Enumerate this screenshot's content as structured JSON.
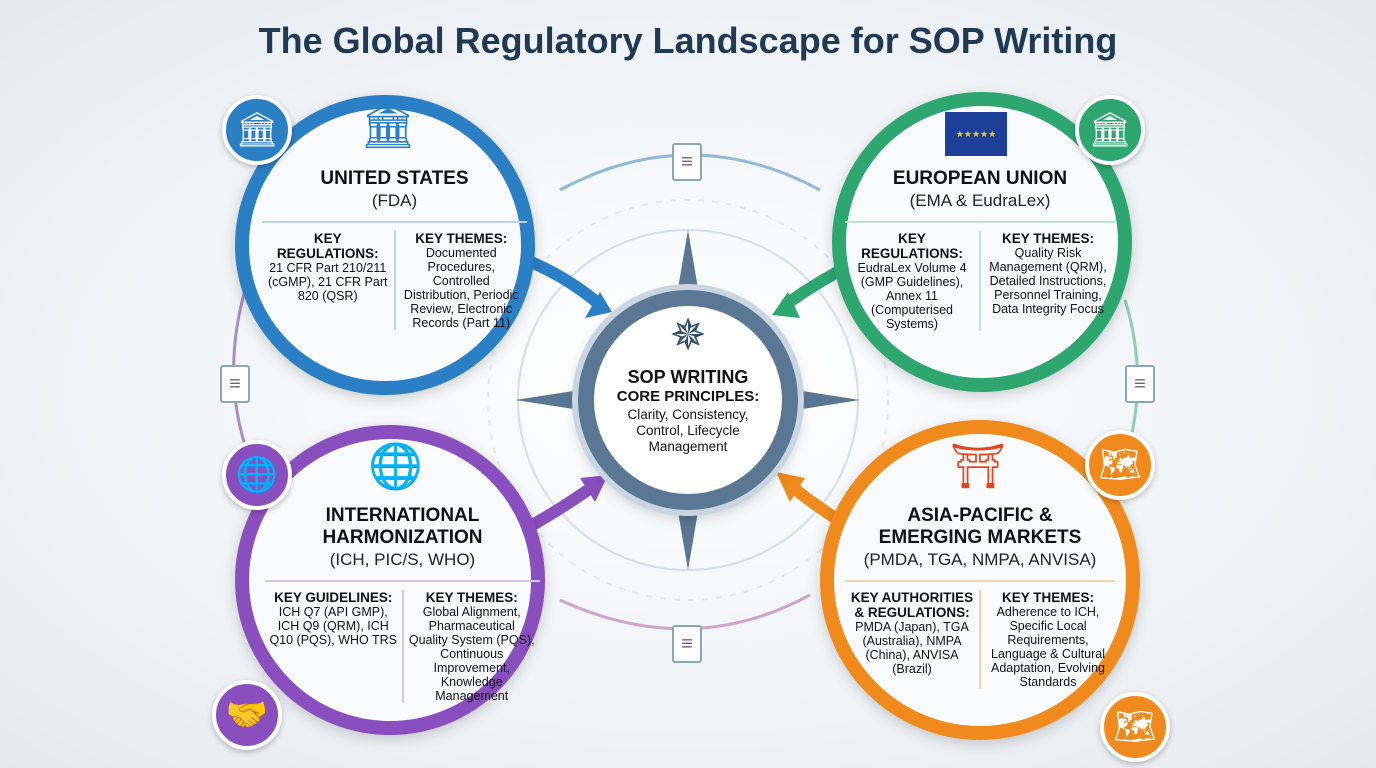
{
  "title": "The Global Regulatory Landscape for SOP Writing",
  "colors": {
    "us": "#2b7fc4",
    "eu": "#2ea66f",
    "intl": "#8a4fbf",
    "apac": "#f08a1c",
    "center": "#5a7893",
    "title": "#1f3a52"
  },
  "center": {
    "title": "SOP WRITING",
    "subtitle": "CORE PRINCIPLES:",
    "body": "Clarity, Consistency, Control, Lifecycle Management",
    "icon": "compass-icon"
  },
  "regions": {
    "us": {
      "title": "UNITED STATES",
      "subtitle": "(FDA)",
      "left_head": "KEY REGULATIONS:",
      "left_body": "21 CFR Part 210/211 (cGMP), 21 CFR Part 820 (QSR)",
      "right_head": "KEY THEMES:",
      "right_body": "Documented Procedures, Controlled Distribution, Periodic Review, Electronic Records (Part 11)",
      "icon": "capitol-building-icon"
    },
    "eu": {
      "title": "EUROPEAN UNION",
      "subtitle": "(EMA & EudraLex)",
      "left_head": "KEY REGULATIONS:",
      "left_body": "EudraLex Volume 4 (GMP Guidelines), Annex 11 (Computerised Systems)",
      "right_head": "KEY THEMES:",
      "right_body": "Quality Risk Management (QRM), Detailed Instructions, Personnel Training, Data Integrity Focus",
      "icon": "eu-flag-icon"
    },
    "intl": {
      "title": "INTERNATIONAL HARMONIZATION",
      "subtitle": "(ICH, PIC/S, WHO)",
      "left_head": "KEY GUIDELINES:",
      "left_body": "ICH Q7 (API GMP), ICH Q9 (QRM), ICH Q10 (PQS), WHO TRS",
      "right_head": "KEY THEMES:",
      "right_body": "Global Alignment, Pharmaceutical Quality System (PQS), Continuous Improvement, Knowledge Management",
      "icon": "globe-icon"
    },
    "apac": {
      "title": "ASIA-PACIFIC & EMERGING MARKETS",
      "subtitle": "(PMDA, TGA, NMPA, ANVISA)",
      "left_head": "KEY AUTHORITIES & REGULATIONS:",
      "left_body": "PMDA (Japan), TGA (Australia), NMPA (China), ANVISA (Brazil)",
      "right_head": "KEY THEMES:",
      "right_body": "Adherence to ICH, Specific Local Requirements, Language & Cultural Adaptation, Evolving Standards",
      "icon": "pagoda-icon"
    }
  }
}
